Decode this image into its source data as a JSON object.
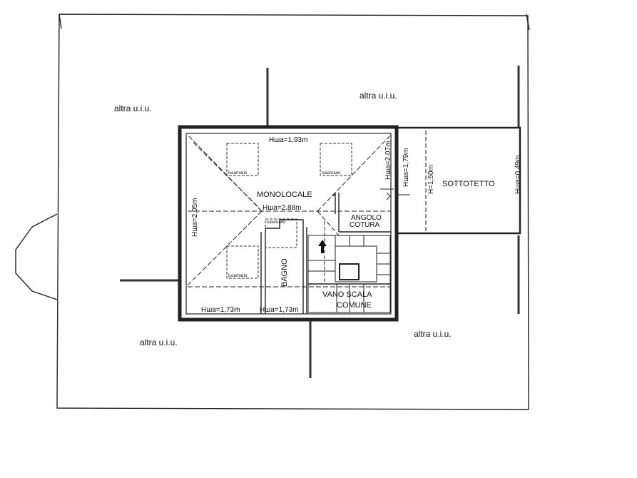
{
  "plan": {
    "units": {
      "top_left": "altra u.i.u.",
      "top_right": "altra u.i.u.",
      "bottom_left": "altra u.i.u.",
      "bottom_right": "altra u.i.u."
    },
    "rooms": {
      "monolocale": "MONOLOCALE",
      "bagno": "BAGNO",
      "angolo_line1": "ANGOLO",
      "angolo_line2": "COTURA",
      "vano_line1": "VANO SCALA",
      "vano_line2": "COMUNE",
      "sottotetto": "SOTTOTETTO"
    },
    "heights": {
      "top": "Hша=1,93m",
      "center": "Hша=2,88m",
      "left": "Hша=2,05m",
      "bottom_left": "Hша=1,73m",
      "bottom_bagno": "Hша=1,73m",
      "diag_a": "Hша=2,07m",
      "diag_b": "Hша=1,79m",
      "sotto_h": "H=1,50m",
      "sotto_right": "Hша=0,49m"
    },
    "skylights": {
      "a": "lucernario",
      "b": "lucernario",
      "c": "lucernario",
      "d": "lucernario"
    }
  }
}
